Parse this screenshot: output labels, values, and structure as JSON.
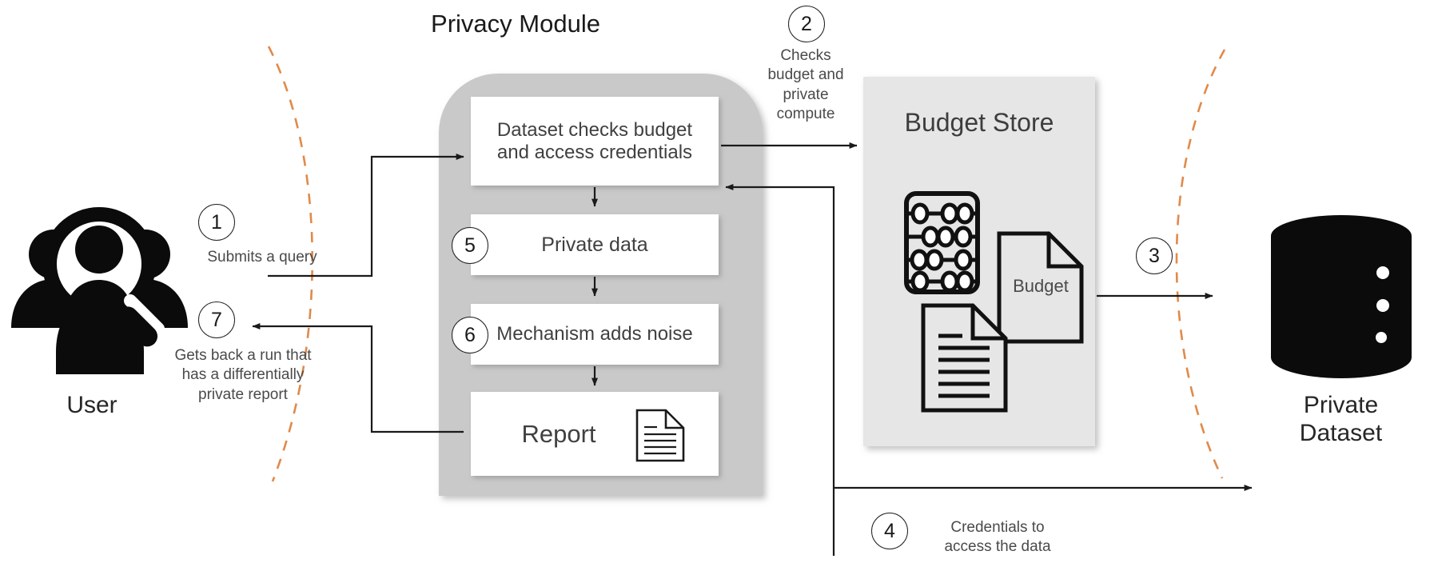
{
  "diagram": {
    "title": "Privacy Module",
    "accent_dashed_color": "#E08A4A",
    "module_fill": "#C9C9C9",
    "box_fill": "#FFFFFF",
    "store_fill": "#E6E6E6",
    "text_color": "#404040"
  },
  "module": {
    "title": "Privacy Module",
    "boxes": [
      {
        "id": "checks",
        "label": "Dataset checks budget\nand access credentials",
        "step": null
      },
      {
        "id": "private",
        "label": "Private data",
        "step": "5"
      },
      {
        "id": "mechanism",
        "label": "Mechanism adds noise",
        "step": "6"
      },
      {
        "id": "report",
        "label": "Report",
        "step": null
      }
    ]
  },
  "entities": {
    "user": {
      "label": "User",
      "icon": "users-search-icon"
    },
    "dataset": {
      "label": "Private\nDataset",
      "icon": "database-icon"
    },
    "budget_store": {
      "label": "Budget Store",
      "icons": [
        "abacus-icon",
        "budget-document-icon",
        "document-lines-icon"
      ],
      "budget_doc_label": "Budget"
    }
  },
  "steps": [
    {
      "num": "1",
      "text": "Submits a query"
    },
    {
      "num": "2",
      "text": "Checks\nbudget and\nprivate\ncompute"
    },
    {
      "num": "3",
      "text": ""
    },
    {
      "num": "4",
      "text": "Credentials to\naccess the data"
    },
    {
      "num": "5",
      "text": ""
    },
    {
      "num": "6",
      "text": ""
    },
    {
      "num": "7",
      "text": "Gets back a run that\nhas a differentially\nprivate report"
    }
  ],
  "annotations": {
    "step1_text": "Submits a query",
    "step2_text": "Checks\nbudget and\nprivate\ncompute",
    "step4_text": "Credentials to\naccess the data",
    "step7_text": "Gets back a run that\nhas a differentially\nprivate report"
  },
  "numbers": {
    "n1": "1",
    "n2": "2",
    "n3": "3",
    "n4": "4",
    "n5": "5",
    "n6": "6",
    "n7": "7"
  },
  "labels": {
    "user": "User",
    "private_dataset": "Private\nDataset",
    "budget_store": "Budget Store",
    "budget_doc": "Budget",
    "report": "Report",
    "private_data": "Private data",
    "mechanism": "Mechanism adds noise",
    "dataset_checks": "Dataset checks budget\nand access credentials"
  }
}
